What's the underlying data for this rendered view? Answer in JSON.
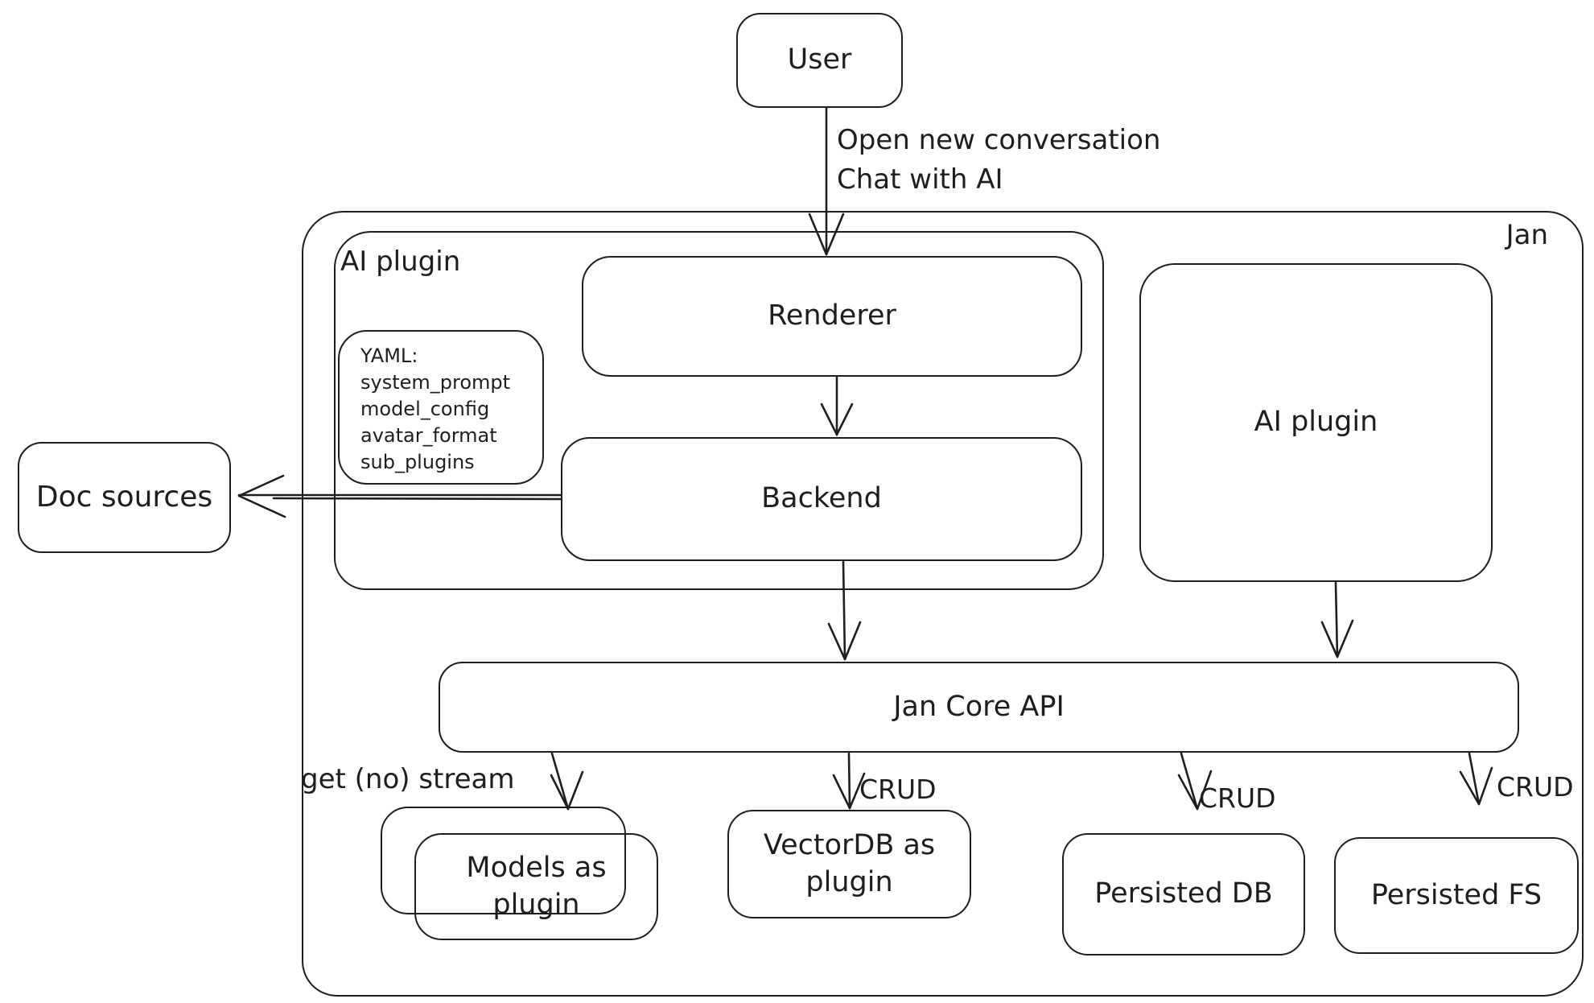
{
  "colors": {
    "stroke": "#1e1e1e",
    "background": "#ffffff"
  },
  "container": {
    "label": "Jan"
  },
  "plugin_group": {
    "label": "AI plugin"
  },
  "nodes": {
    "user": {
      "label": "User"
    },
    "renderer": {
      "label": "Renderer"
    },
    "backend": {
      "label": "Backend"
    },
    "doc_sources": {
      "label": "Doc sources"
    },
    "yaml_note": {
      "heading": "YAML:",
      "lines": "system_prompt\nmodel_config\navatar_format\nsub_plugins"
    },
    "ai_plugin_right": {
      "label": "AI plugin"
    },
    "jan_core_api": {
      "label": "Jan Core API"
    },
    "models_plugin": {
      "label": "Models as\nplugin"
    },
    "vectordb_plugin": {
      "label": "VectorDB as\nplugin"
    },
    "persisted_db": {
      "label": "Persisted DB"
    },
    "persisted_fs": {
      "label": "Persisted FS"
    }
  },
  "edges": {
    "user_to_renderer": {
      "label": "Open new conversation\nChat with AI"
    },
    "api_to_models": {
      "label": "get (no) stream"
    },
    "api_to_vectordb": {
      "label": "CRUD"
    },
    "api_to_persisted_db": {
      "label": "CRUD"
    },
    "api_to_persisted_fs": {
      "label": "CRUD"
    }
  }
}
